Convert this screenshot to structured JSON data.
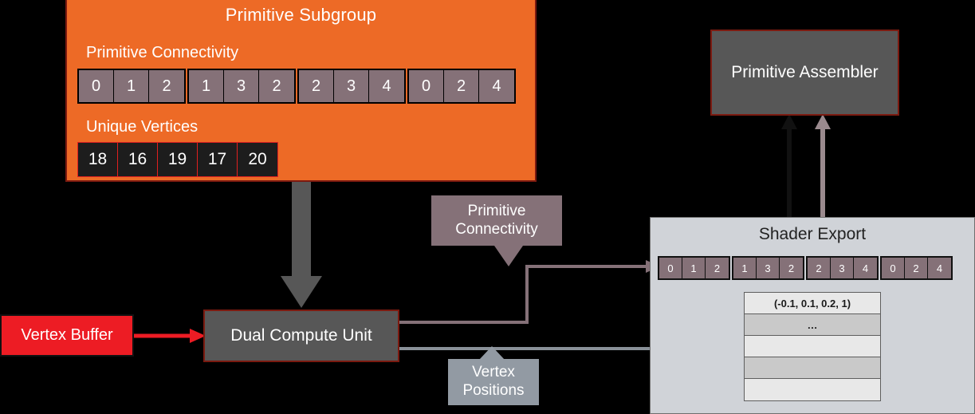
{
  "subgroup": {
    "title": "Primitive Subgroup",
    "connectivity_label": "Primitive Connectivity",
    "connectivity_groups": [
      [
        "0",
        "1",
        "2"
      ],
      [
        "1",
        "3",
        "2"
      ],
      [
        "2",
        "3",
        "4"
      ],
      [
        "0",
        "2",
        "4"
      ]
    ],
    "unique_vertices_label": "Unique Vertices",
    "unique_vertices": [
      "18",
      "16",
      "19",
      "17",
      "20"
    ],
    "bg_color": "#ED6A26",
    "border_color": "#7B1A10"
  },
  "vertex_buffer": {
    "label": "Vertex Buffer",
    "bg_color": "#ED1C24"
  },
  "dual_compute_unit": {
    "label": "Dual Compute Unit",
    "bg_color": "#575757"
  },
  "callouts": {
    "primitive_connectivity": {
      "line1": "Primitive",
      "line2": "Connectivity",
      "color": "#857178"
    },
    "vertex_positions": {
      "line1": "Vertex",
      "line2": "Positions",
      "color": "#929AA3"
    }
  },
  "shader_export": {
    "title": "Shader Export",
    "bg_color": "#D0D3D8",
    "connectivity_groups": [
      [
        "0",
        "1",
        "2"
      ],
      [
        "1",
        "3",
        "2"
      ],
      [
        "2",
        "3",
        "4"
      ],
      [
        "0",
        "2",
        "4"
      ]
    ],
    "vertex_positions_table": [
      {
        "text": "(-0.1, 0.1, 0.2, 1)",
        "shade": "light"
      },
      {
        "text": "…",
        "shade": "dark"
      },
      {
        "text": "",
        "shade": "light"
      },
      {
        "text": "",
        "shade": "dark"
      },
      {
        "text": "",
        "shade": "light"
      }
    ]
  },
  "primitive_assembler": {
    "label": "Primitive Assembler",
    "bg_color": "#575757"
  }
}
